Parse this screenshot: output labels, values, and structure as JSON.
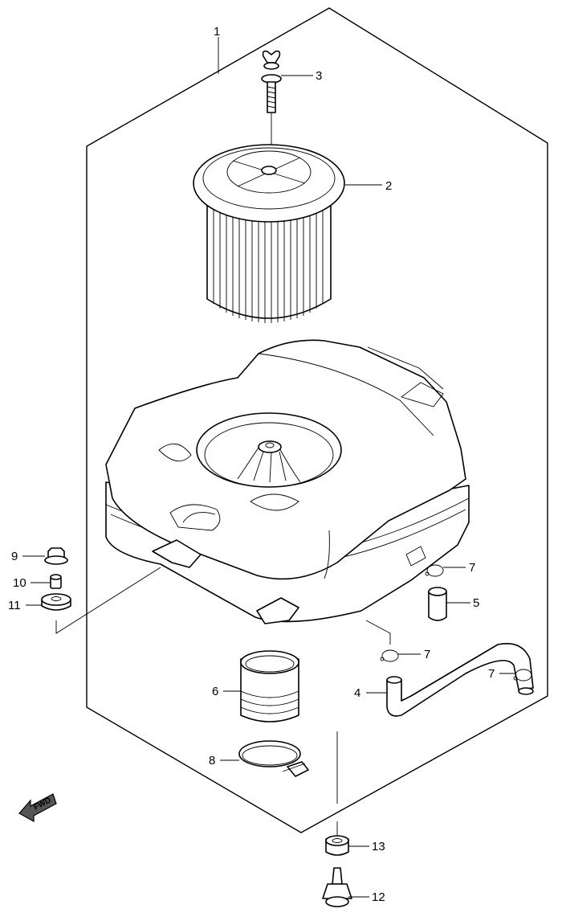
{
  "callouts": [
    {
      "id": "1",
      "label": "1"
    },
    {
      "id": "2",
      "label": "2"
    },
    {
      "id": "3",
      "label": "3"
    },
    {
      "id": "4",
      "label": "4"
    },
    {
      "id": "5",
      "label": "5"
    },
    {
      "id": "6",
      "label": "6"
    },
    {
      "id": "7a",
      "label": "7"
    },
    {
      "id": "7b",
      "label": "7"
    },
    {
      "id": "7c",
      "label": "7"
    },
    {
      "id": "8",
      "label": "8"
    },
    {
      "id": "9",
      "label": "9"
    },
    {
      "id": "10",
      "label": "10"
    },
    {
      "id": "11",
      "label": "11"
    },
    {
      "id": "12",
      "label": "12"
    },
    {
      "id": "13",
      "label": "13"
    }
  ],
  "fwd_arrow": {
    "label": "FWD",
    "icon": "forward-direction-arrow-icon"
  }
}
